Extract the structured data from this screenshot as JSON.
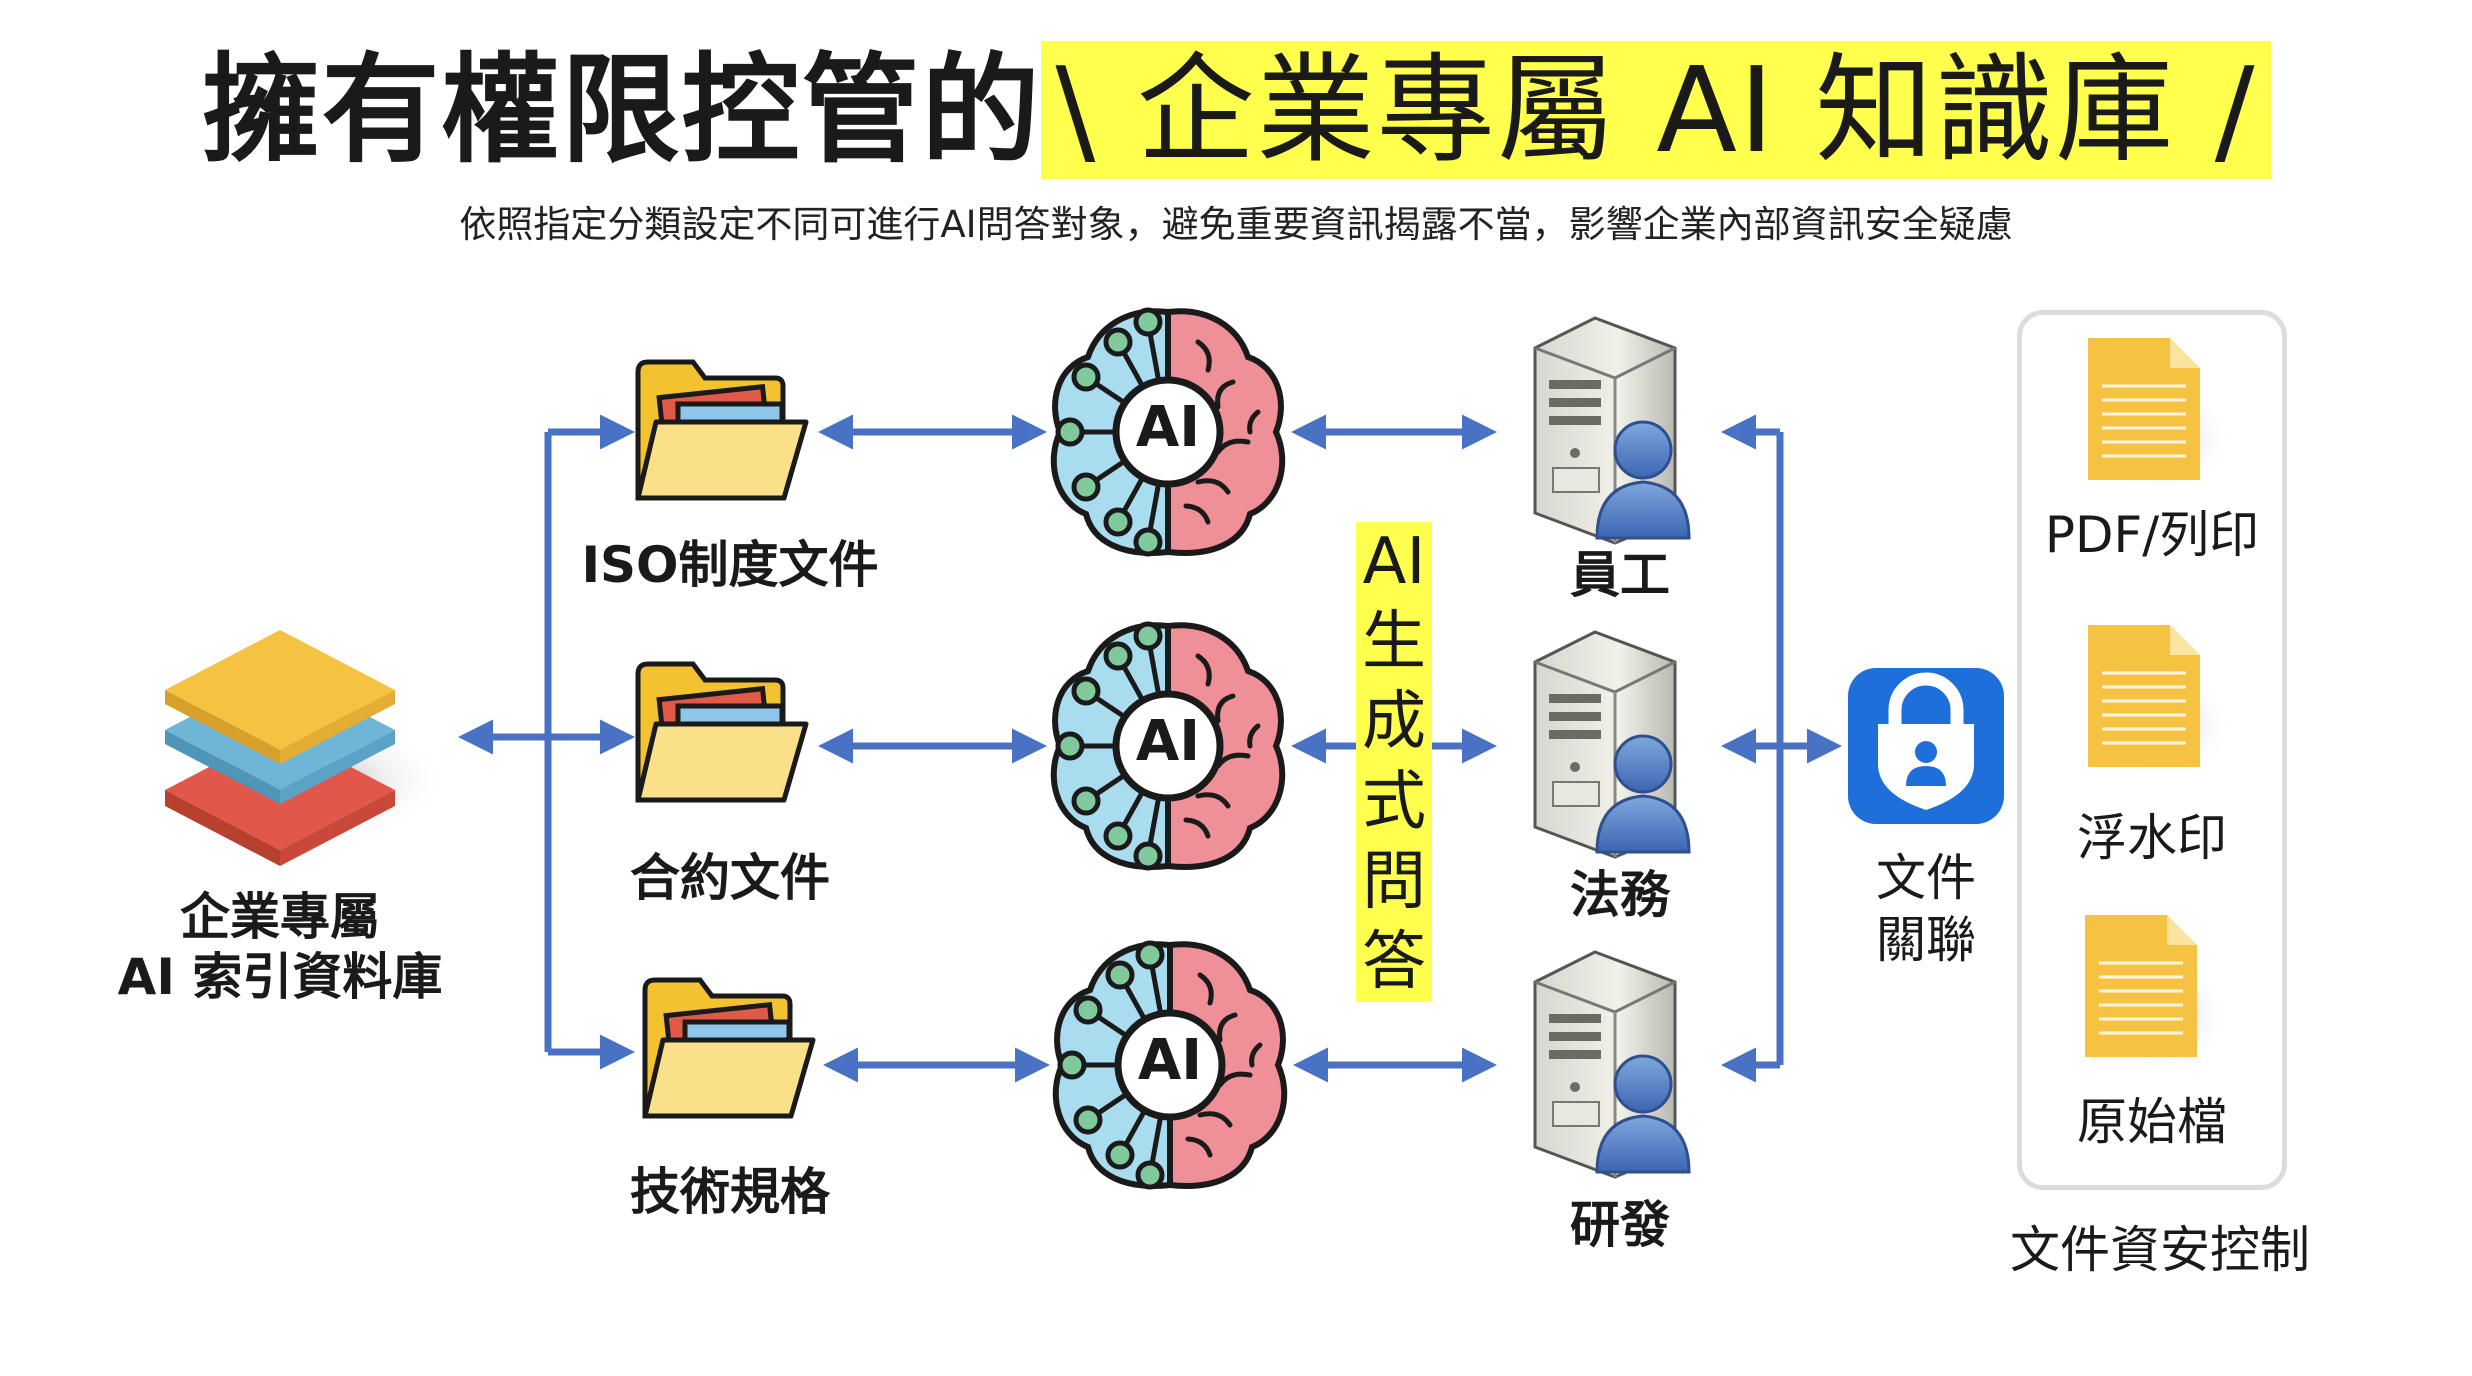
{
  "title": {
    "main": "擁有權限控管的",
    "highlight": "\\ 企業專屬 AI 知識庫 /"
  },
  "subtitle": "依照指定分類設定不同可進行AI問答對象，避免重要資訊揭露不當，影響企業內部資訊安全疑慮",
  "database": {
    "line1": "企業專屬",
    "line2": "AI 索引資料庫"
  },
  "folders": [
    {
      "label": "ISO制度文件"
    },
    {
      "label": "合約文件"
    },
    {
      "label": "技術規格"
    }
  ],
  "ai_brain_text": "AI",
  "generative_qa": [
    "AI",
    "生",
    "成",
    "式",
    "問",
    "答"
  ],
  "users": [
    {
      "label": "員工"
    },
    {
      "label": "法務"
    },
    {
      "label": "研發"
    }
  ],
  "association": {
    "line1": "文件",
    "line2": "關聯"
  },
  "docs": [
    {
      "label": "PDF/列印"
    },
    {
      "label": "浮水印"
    },
    {
      "label": "原始檔"
    }
  ],
  "security_label": "文件資安控制",
  "colors": {
    "arrow": "#4a72c4",
    "highlight": "#ffff4d",
    "brain_left": "#a9dcef",
    "brain_right": "#ef8f97",
    "node": "#7fc99c",
    "lock_bg": "#1e6fd9",
    "doc": "#f5c242",
    "layer_top": "#f5c242",
    "layer_mid": "#6fb5d6",
    "layer_bot": "#e2574c"
  }
}
